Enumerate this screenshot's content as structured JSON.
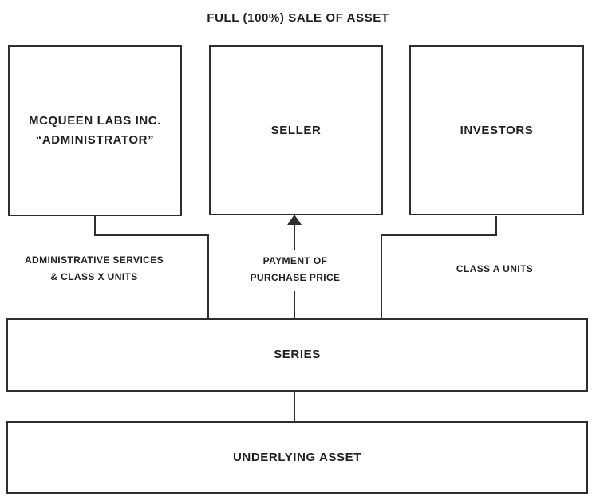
{
  "title": "FULL (100%) SALE OF ASSET",
  "nodes": {
    "administrator": {
      "line1": "MCQUEEN LABS INC.",
      "line2": "“ADMINISTRATOR”"
    },
    "seller": {
      "label": "SELLER"
    },
    "investors": {
      "label": "INVESTORS"
    },
    "series": {
      "label": "SERIES"
    },
    "underlying_asset": {
      "label": "UNDERLYING ASSET"
    }
  },
  "edge_labels": {
    "administrative_services": {
      "line1": "ADMINISTRATIVE SERVICES",
      "line2": "& CLASS X UNITS"
    },
    "payment": {
      "line1": "PAYMENT OF",
      "line2": "PURCHASE PRICE"
    },
    "class_a_units": {
      "label": "CLASS A UNITS"
    }
  },
  "colors": {
    "line": "#2e2e2e",
    "text": "#1f1f1f",
    "background": "#ffffff"
  }
}
